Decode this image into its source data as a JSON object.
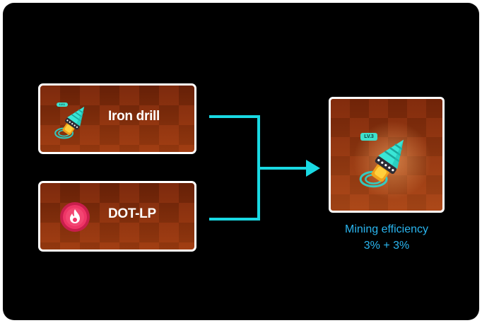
{
  "inputs": [
    {
      "label": "Iron drill",
      "badge": "LV.1",
      "icon": "drill-icon"
    },
    {
      "label": "DOT-LP",
      "icon": "dot-lp-token-icon"
    }
  ],
  "result": {
    "badge": "LV.3",
    "icon": "drill-icon",
    "caption_title": "Mining efficiency",
    "caption_value": "3% + 3%"
  },
  "colors": {
    "background": "#000000",
    "card_border": "#ffffff",
    "card_fill": "#7a2608",
    "connector": "#19d9e3",
    "caption_text": "#2ab6f0",
    "badge": "#3fe0cc",
    "token": "#e8295c"
  }
}
